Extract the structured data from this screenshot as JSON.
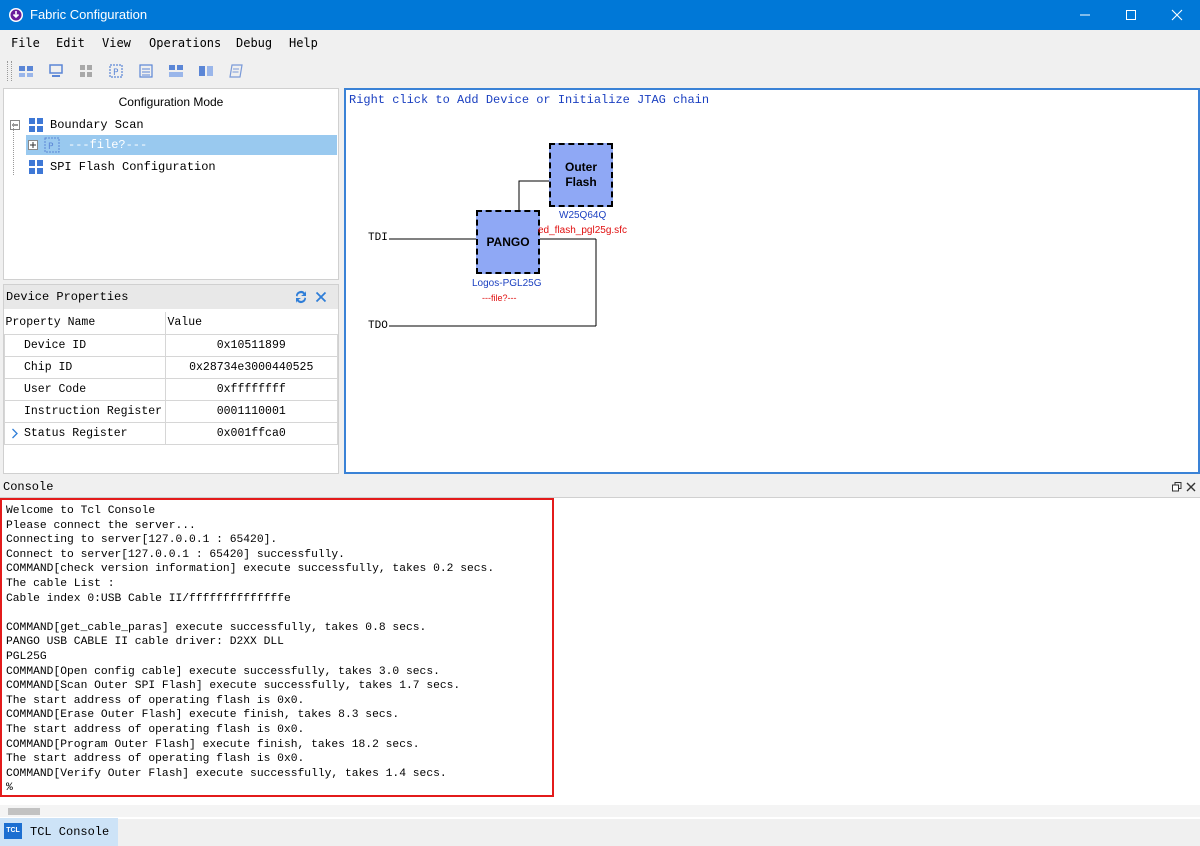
{
  "window": {
    "title": "Fabric Configuration"
  },
  "menu": [
    "File",
    "Edit",
    "View",
    "Operations",
    "Debug",
    "Help"
  ],
  "config_panel": {
    "header": "Configuration Mode",
    "tree": {
      "boundary_scan": "Boundary Scan",
      "file_node": "---file?---",
      "spi_flash": "SPI Flash Configuration"
    }
  },
  "device_properties": {
    "header": "Device Properties",
    "columns": [
      "Property Name",
      "Value"
    ],
    "rows": [
      {
        "name": "Device ID",
        "value": "0x10511899"
      },
      {
        "name": "Chip ID",
        "value": "0x28734e3000440525"
      },
      {
        "name": "User Code",
        "value": "0xffffffff"
      },
      {
        "name": "Instruction Register",
        "value": "0001110001"
      },
      {
        "name": "Status Register",
        "value": "0x001ffca0"
      }
    ]
  },
  "canvas": {
    "hint": "Right click to Add Device or Initialize JTAG chain",
    "tdi": "TDI",
    "tdo": "TDO",
    "fpga": {
      "label": "PANGO",
      "part": "Logos-PGL25G",
      "file": "---file?---"
    },
    "flash": {
      "label_line1": "Outer",
      "label_line2": "Flash",
      "part": "W25Q64Q",
      "file": "ed_flash_pgl25g.sfc"
    },
    "colors": {
      "chip_fill": "#8fa8f5",
      "part_text": "#1a3fc0",
      "file_text": "#e01010"
    }
  },
  "console": {
    "label": "Console",
    "lines": [
      "Welcome to Tcl Console",
      "Please connect the server...",
      "Connecting to server[127.0.0.1 : 65420].",
      "Connect to server[127.0.0.1 : 65420] successfully.",
      "COMMAND[check version information] execute successfully, takes 0.2 secs.",
      "The cable List :",
      "Cable index 0:USB Cable II/ffffffffffffffe",
      "",
      "COMMAND[get_cable_paras] execute successfully, takes 0.8 secs.",
      "PANGO USB CABLE II cable driver: D2XX DLL",
      "PGL25G",
      "COMMAND[Open config cable] execute successfully, takes 3.0 secs.",
      "COMMAND[Scan Outer SPI Flash] execute successfully, takes 1.7 secs.",
      "The start address of operating flash is 0x0.",
      "COMMAND[Erase Outer Flash] execute finish, takes 8.3 secs.",
      "The start address of operating flash is 0x0.",
      "COMMAND[Program Outer Flash] execute finish, takes 18.2 secs.",
      "The start address of operating flash is 0x0.",
      "COMMAND[Verify Outer Flash] execute successfully, takes 1.4 secs.",
      "%"
    ],
    "highlight_color": "#e31b1b"
  },
  "bottom_tab": {
    "icon_text": "TCL",
    "label": "TCL Console"
  }
}
